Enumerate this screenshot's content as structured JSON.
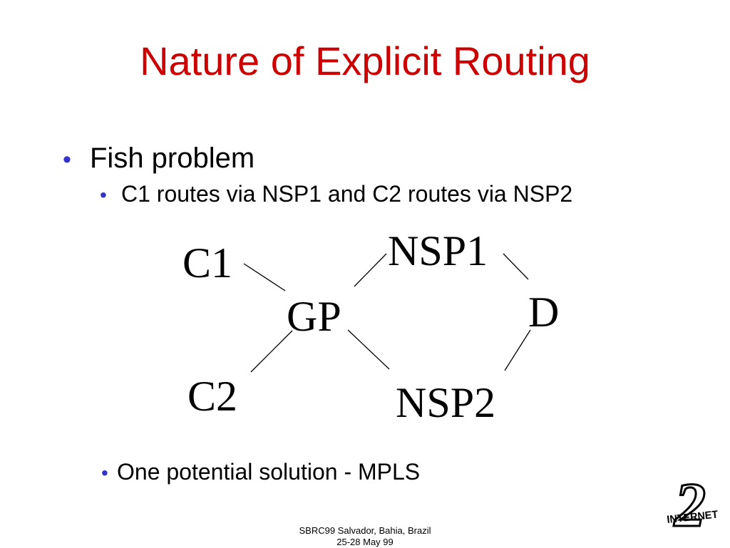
{
  "title": "Nature of Explicit Routing",
  "bullets": [
    {
      "text": "Fish problem",
      "level": 1
    },
    {
      "text": "C1 routes via NSP1 and C2 routes via NSP2",
      "level": 2
    }
  ],
  "bottom_bullet": "One potential solution - MPLS",
  "diagram": {
    "nodes": [
      {
        "id": "C1",
        "label": "C1"
      },
      {
        "id": "C2",
        "label": "C2"
      },
      {
        "id": "GP",
        "label": "GP"
      },
      {
        "id": "NSP1",
        "label": "NSP1"
      },
      {
        "id": "NSP2",
        "label": "NSP2"
      },
      {
        "id": "D",
        "label": "D"
      }
    ],
    "edges": [
      {
        "from": "C1",
        "to": "GP"
      },
      {
        "from": "C2",
        "to": "GP"
      },
      {
        "from": "GP",
        "to": "NSP1"
      },
      {
        "from": "GP",
        "to": "NSP2"
      },
      {
        "from": "NSP1",
        "to": "D"
      },
      {
        "from": "NSP2",
        "to": "D"
      }
    ]
  },
  "footer": {
    "line1": "SBRC99 Salvador, Bahia, Brazil",
    "line2": "25-28 May 99"
  },
  "logo": {
    "text": "INTERNET",
    "numeral": "2"
  },
  "colors": {
    "title": "#cc0000",
    "bullet": "#3333cc",
    "text": "#000000"
  },
  "bullet_glyph": "•"
}
